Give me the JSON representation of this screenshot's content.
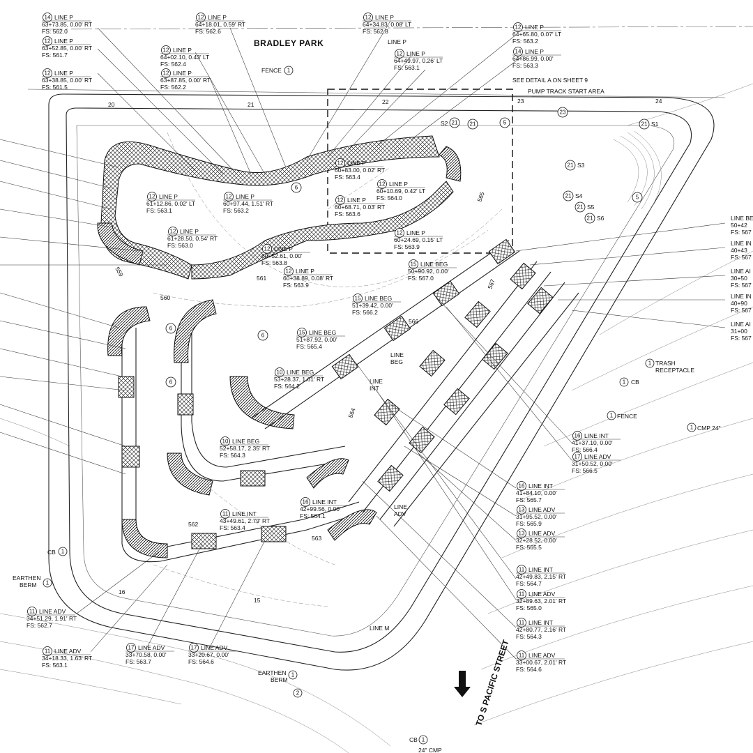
{
  "title": "BRADLEY PARK",
  "road_label": "TO S PACIFIC STREET",
  "sheet_notes": {
    "detail_ref": "SEE DETAIL A ON SHEET 9",
    "start_area": "PUMP TRACK START AREA"
  },
  "station_ticks": [
    "20",
    "21",
    "22",
    "23",
    "24",
    "15",
    "16"
  ],
  "contours": [
    "560",
    "561",
    "562",
    "563",
    "564",
    "565",
    "566",
    "567",
    "559"
  ],
  "callouts": [
    {
      "id": "c1",
      "num": "14",
      "lines": [
        "LINE P",
        "63+73.85, 0.00' RT",
        "FS: 562.0"
      ]
    },
    {
      "id": "c2",
      "num": "12",
      "lines": [
        "LINE P",
        "64+18.01, 0.59' RT",
        "FS: 562.6"
      ]
    },
    {
      "id": "c3",
      "num": "12",
      "lines": [
        "LINE P",
        "64+34.83, 0.08' LT",
        "FS: 562.8"
      ]
    },
    {
      "id": "c4",
      "num": "12",
      "lines": [
        "LINE P",
        "64+65.80, 0.07' LT",
        "FS: 563.2"
      ]
    },
    {
      "id": "c5",
      "num": "12",
      "lines": [
        "LINE P",
        "63+52.85, 0.00' RT",
        "FS: 561.7"
      ]
    },
    {
      "id": "c6",
      "num": "12",
      "lines": [
        "LINE P",
        "64+02.10, 0.43' LT",
        "FS: 562.4"
      ]
    },
    {
      "id": "c7",
      "num": "12",
      "lines": [
        "LINE P",
        "64+49.97, 0.26' LT",
        "FS: 563.1"
      ]
    },
    {
      "id": "c8",
      "num": "14",
      "lines": [
        "LINE P",
        "64+86.99, 0.00'",
        "FS: 563.3"
      ]
    },
    {
      "id": "c9",
      "num": "12",
      "lines": [
        "LINE P",
        "63+38.85, 0.00' RT",
        "FS: 561.5"
      ]
    },
    {
      "id": "c10",
      "num": "12",
      "lines": [
        "LINE P",
        "63+87.85, 0.00' RT",
        "FS: 562.2"
      ]
    },
    {
      "id": "c11",
      "num": "12",
      "lines": [
        "LINE P",
        "60+83.00, 0.02' RT",
        "FS: 563.4"
      ]
    },
    {
      "id": "c12",
      "num": "12",
      "lines": [
        "LINE P",
        "60+10.69, 0.42' LT",
        "FS: 564.0"
      ]
    },
    {
      "id": "c13",
      "num": "12",
      "lines": [
        "LINE P",
        "60+68.71, 0.03' RT",
        "FS: 563.6"
      ]
    },
    {
      "id": "c14",
      "num": "12",
      "lines": [
        "LINE P",
        "61+12.86, 0.02' LT",
        "FS: 563.1"
      ]
    },
    {
      "id": "c15",
      "num": "12",
      "lines": [
        "LINE P",
        "60+97.44, 1.51' RT",
        "FS: 563.2"
      ]
    },
    {
      "id": "c16",
      "num": "12",
      "lines": [
        "LINE P",
        "61+28.50, 0.54' RT",
        "FS: 563.0"
      ]
    },
    {
      "id": "c17",
      "num": "12",
      "lines": [
        "LINE P",
        "60+52.61, 0.00'",
        "FS: 563.8"
      ]
    },
    {
      "id": "c18",
      "num": "12",
      "lines": [
        "LINE P",
        "60+24.69, 0.15' LT",
        "FS: 563.9"
      ]
    },
    {
      "id": "c19",
      "num": "12",
      "lines": [
        "LINE P",
        "60+38.89, 0.08' RT",
        "FS: 563.9"
      ]
    },
    {
      "id": "c20",
      "num": "15",
      "lines": [
        "LINE BEG",
        "50+90.92, 0.00'",
        "FS: 567.0"
      ]
    },
    {
      "id": "c21",
      "num": "15",
      "lines": [
        "LINE BEG",
        "51+39.42, 0.00'",
        "FS: 566.2"
      ]
    },
    {
      "id": "c22",
      "num": "15",
      "lines": [
        "LINE BEG",
        "51+87.92, 0.00'",
        "FS: 565.4"
      ]
    },
    {
      "id": "c23",
      "num": "10",
      "lines": [
        "LINE BEG",
        "53+28.37, 1.61' RT",
        "FS: 564.2"
      ]
    },
    {
      "id": "c24",
      "num": "10",
      "lines": [
        "LINE BEG",
        "52+58.17, 2.35' RT",
        "FS: 564.3"
      ]
    },
    {
      "id": "c25",
      "num": "11",
      "lines": [
        "LINE INT",
        "43+49.61, 2.79' RT",
        "FS: 563.4"
      ]
    },
    {
      "id": "c26",
      "num": "16",
      "lines": [
        "LINE INT",
        "42+99.56, 0.00'",
        "FS: 564.1"
      ]
    },
    {
      "id": "c27",
      "num": "16",
      "lines": [
        "LINE INT",
        "41+37.10, 0.00'",
        "FS: 566.4"
      ]
    },
    {
      "id": "c28",
      "num": "17",
      "lines": [
        "LINE ADV",
        "31+50.52, 0.00'",
        "FS: 566.5"
      ]
    },
    {
      "id": "c29",
      "num": "16",
      "lines": [
        "LINE INT",
        "41+84.10, 0.00'",
        "FS: 565.7"
      ]
    },
    {
      "id": "c30",
      "num": "13",
      "lines": [
        "LINE ADV",
        "31+95.52, 0.00'",
        "FS: 565.9"
      ]
    },
    {
      "id": "c31",
      "num": "13",
      "lines": [
        "LINE ADV",
        "32+28.52, 0.00'",
        "FS: 565.5"
      ]
    },
    {
      "id": "c32",
      "num": "11",
      "lines": [
        "LINE INT",
        "42+49.83, 2.15' RT",
        "FS: 564.7"
      ]
    },
    {
      "id": "c33",
      "num": "11",
      "lines": [
        "LINE ADV",
        "32+89.63, 2.01' RT",
        "FS: 565.0"
      ]
    },
    {
      "id": "c34",
      "num": "11",
      "lines": [
        "LINE INT",
        "42+80.77, 2.16' RT",
        "FS: 564.3"
      ]
    },
    {
      "id": "c35",
      "num": "11",
      "lines": [
        "LINE ADV",
        "33+00.67, 2.01' RT",
        "FS: 564.6"
      ]
    },
    {
      "id": "c36",
      "num": "11",
      "lines": [
        "LINE ADV",
        "34+51.29, 1.91' RT",
        "FS: 562.7"
      ]
    },
    {
      "id": "c37",
      "num": "11",
      "lines": [
        "LINE ADV",
        "34+18.33, 1.63' RT",
        "FS: 563.1"
      ]
    },
    {
      "id": "c38",
      "num": "17",
      "lines": [
        "LINE ADV",
        "33+70.58, 0.00'",
        "FS: 563.7"
      ]
    },
    {
      "id": "c39",
      "num": "17",
      "lines": [
        "LINE ADV",
        "33+20.67, 0.00'",
        "FS: 564.6"
      ]
    }
  ],
  "right_edge_labels": [
    {
      "id": "r1",
      "lines": [
        "LINE BE",
        "50+42",
        "FS: 567"
      ]
    },
    {
      "id": "r2",
      "lines": [
        "LINE IN",
        "40+43",
        "FS: 567"
      ]
    },
    {
      "id": "r3",
      "lines": [
        "LINE AI",
        "30+50",
        "FS: 567"
      ]
    },
    {
      "id": "r4",
      "lines": [
        "LINE IN",
        "40+90",
        "FS: 567"
      ]
    },
    {
      "id": "r5",
      "lines": [
        "LINE AI",
        "31+00",
        "FS: 567"
      ]
    }
  ],
  "site_labels": {
    "fence": "FENCE",
    "trash": [
      "TRASH",
      "RECEPTACLE"
    ],
    "cb": "CB",
    "cmp": "CMP 24\"",
    "earthen_berm": [
      "EARTHEN",
      "BERM"
    ],
    "line_m": "LINE M",
    "line_p": "LINE P",
    "line_beg": [
      "LINE",
      "BEG"
    ],
    "line_int": [
      "LINE",
      "INT"
    ],
    "line_adv": [
      "LINE",
      "ADV"
    ],
    "cmp_bottom": "24\" CMP"
  },
  "symbol_tags": {
    "s1": "S1",
    "s2": "S2",
    "s3": "S3",
    "s4": "S4",
    "s5": "S5",
    "s6": "S6",
    "n21": "21",
    "n23": "23",
    "n5": "5",
    "n6": "6",
    "n1": "1",
    "n2": "2"
  }
}
